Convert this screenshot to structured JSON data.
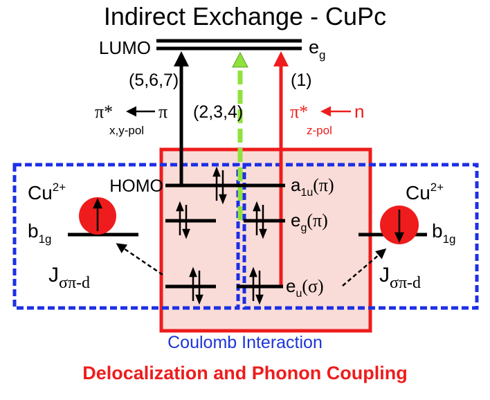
{
  "title": "Indirect Exchange - CuPc",
  "lumo": {
    "label": "LUMO",
    "sym_main": "e",
    "sym_sub": "g"
  },
  "transitions": {
    "black_label": "(5,6,7)",
    "green_label": "(2,3,4)",
    "red_label": "(1)",
    "left_pistar": "π*",
    "left_pi": "π",
    "left_pol": "x,y-pol",
    "right_pistar": "π*",
    "right_n": "n",
    "right_pol": "z-pol"
  },
  "levels": {
    "homo_label": "HOMO",
    "a1u": {
      "main": "a",
      "sub": "1u",
      "paren": "(π)"
    },
    "eg": {
      "main": "e",
      "sub": "g",
      "paren": "(π)"
    },
    "eu": {
      "main": "e",
      "sub": "u",
      "paren": "(σ)"
    }
  },
  "cu_left": {
    "ion": "Cu",
    "charge": "2+",
    "b_main": "b",
    "b_sub": "1g",
    "j_main": "J",
    "j_sub": "σπ-d"
  },
  "cu_right": {
    "ion": "Cu",
    "charge": "2+",
    "b_main": "b",
    "b_sub": "1g",
    "j_main": "J",
    "j_sub": "σπ-d"
  },
  "captions": {
    "coulomb": "Coulomb Interaction",
    "delocalization": "Delocalization and Phonon Coupling"
  },
  "colors": {
    "black": "#000000",
    "red": "#ee1c1c",
    "green": "#8fe23c",
    "blue": "#1c2fe6",
    "pink_fill": "#f9dcd7",
    "circle_red": "#ee1c1c",
    "blue_text": "#1d35d8",
    "red_text": "#ee1c1c"
  }
}
